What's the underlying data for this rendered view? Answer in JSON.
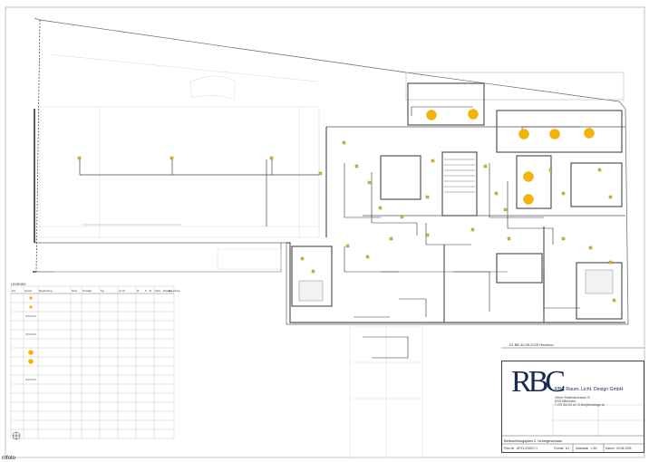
{
  "legend": {
    "title": "LEGENDE",
    "header": [
      "Pos",
      "Symbol",
      "Beschreibung",
      "Stück",
      "Hersteller",
      "Typ",
      "Art.-Nr.",
      "W",
      "K",
      "IP",
      "Farbe",
      "Montage",
      "Bemerkung"
    ]
  },
  "revision": {
    "index": "01",
    "code": "BB",
    "date": "30.09.2025",
    "label": "Revision"
  },
  "title_block": {
    "logo_text": "RBC",
    "firm_name": "RBC Raum. Licht. Design GmbH",
    "address_line1": "Oberer Seefeldschrasse 23",
    "address_line2": "8708 Männedorf",
    "contact": "T 079 314 69 14 / E info@rbcdesign.ch",
    "plan_title": "Beleuchtungsplan 2. Untergeschoss",
    "plan_no_label": "Plan-Nr",
    "plan_no": "AP23-030207.1",
    "format_label": "Format",
    "format": "A1",
    "scale_label": "Massstab",
    "scale": "1:50",
    "date_label": "Datum",
    "date": "23.06.2025"
  },
  "crop_label": "mfoto",
  "colors": {
    "line": "#555555",
    "light": "#d4d4d4",
    "lamp": "#f5b400",
    "logo": "#1b2a50"
  }
}
